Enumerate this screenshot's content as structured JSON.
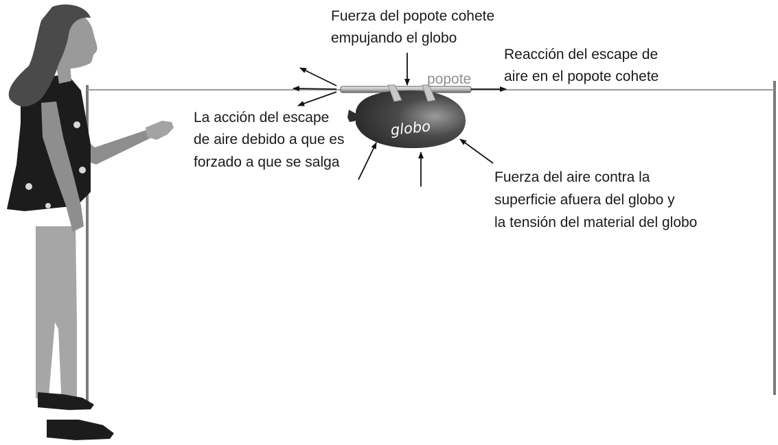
{
  "labels": {
    "straw_push": [
      "Fuerza del popote cohete",
      "empujando el globo"
    ],
    "reaction": [
      "Reacción del escape de",
      "aire en el popote cohete"
    ],
    "action": [
      "La acción del escape",
      "de aire debido a que es",
      "forzado a que se salga"
    ],
    "air_force": [
      "Fuerza del aire contra la",
      "superficie afuera del globo y",
      "la tensión del material del globo"
    ],
    "straw": "popote",
    "balloon": "globo"
  },
  "colors": {
    "text": "#1a1a1a",
    "straw_label": "#8f8f8f",
    "balloon_dark": "#3a3a3a",
    "balloon_light": "#8a8a8a",
    "string": "#9a9a9a",
    "vest": "#1c1c1c",
    "skin": "#9a9a9a",
    "pants": "#a6a6a6",
    "hair": "#4a4a4a"
  },
  "icons": {
    "person": "girl-figure",
    "arrows": "force-arrow"
  }
}
